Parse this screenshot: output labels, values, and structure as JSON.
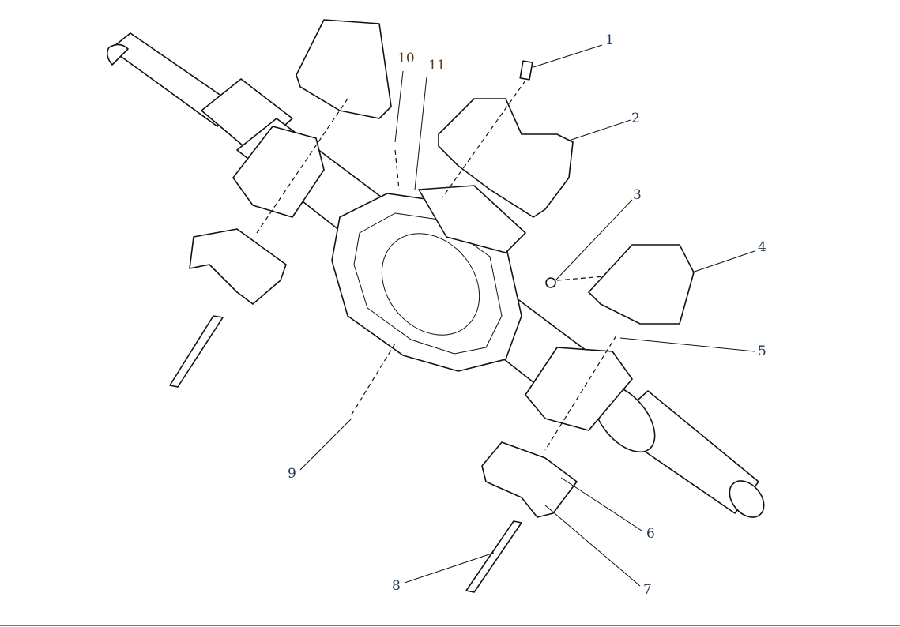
{
  "diagram": {
    "title": "Axle housing exploded view",
    "callouts": [
      "1",
      "2",
      "3",
      "4",
      "5",
      "6",
      "7",
      "8",
      "9",
      "10",
      "11"
    ]
  }
}
